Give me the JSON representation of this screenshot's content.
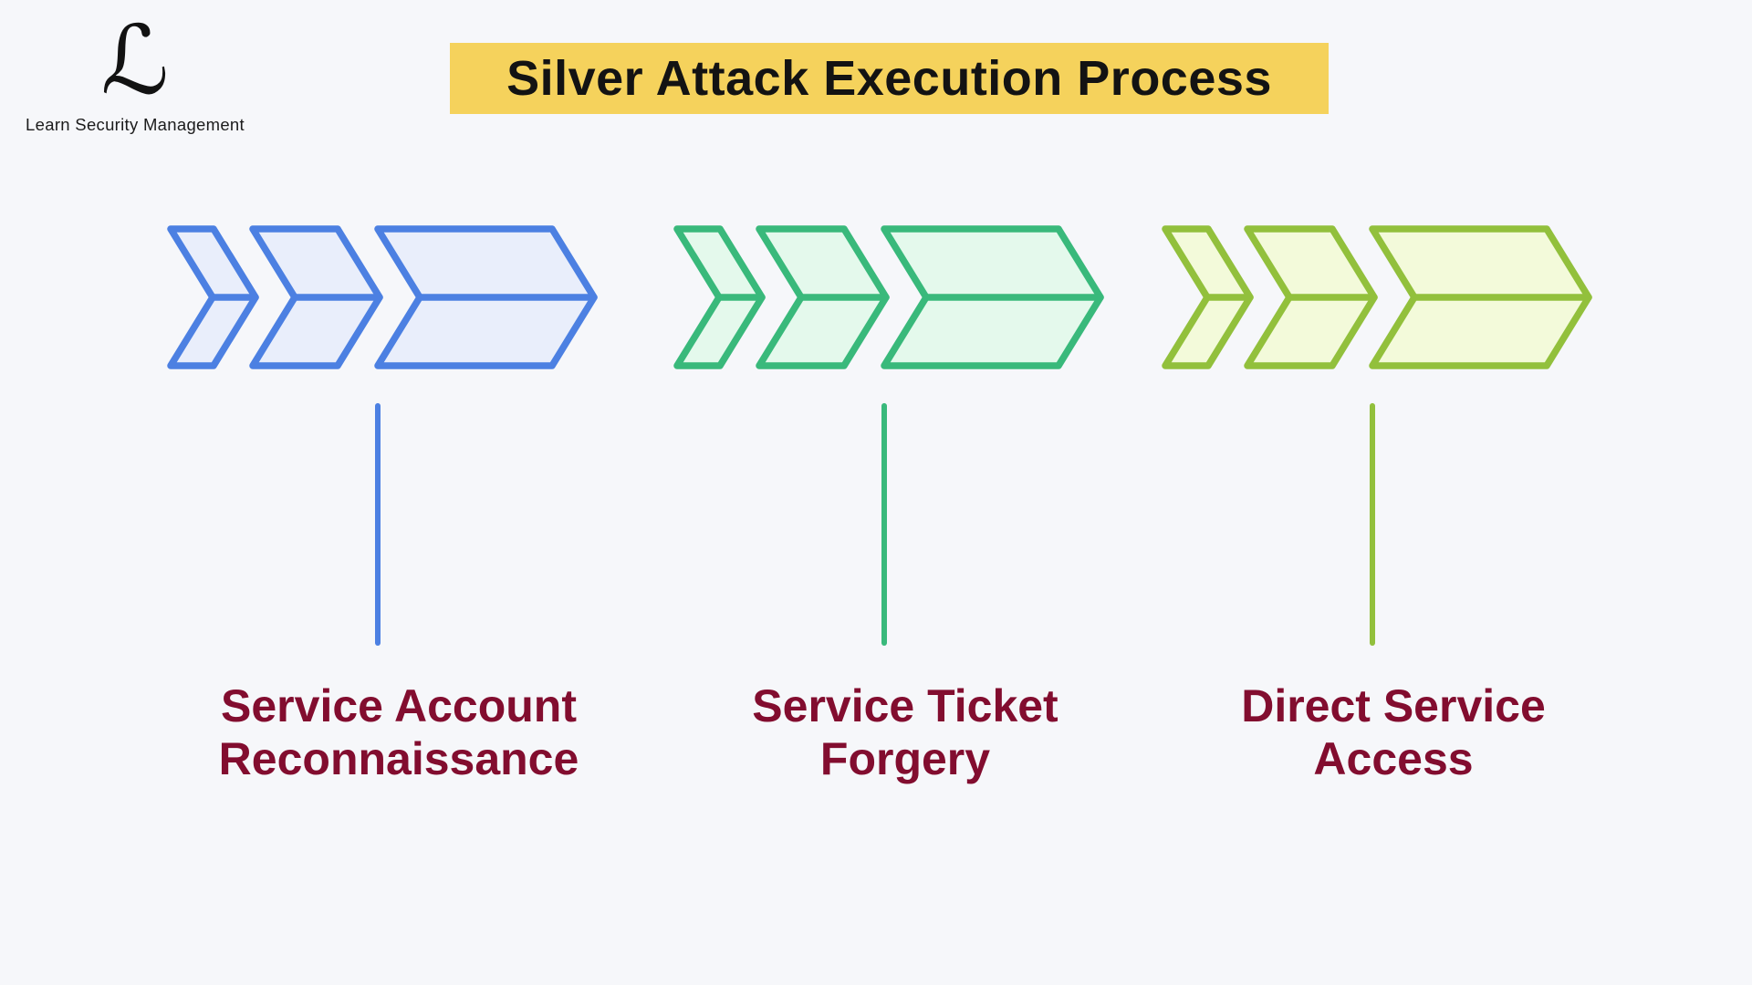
{
  "page": {
    "background": "#f6f7fa"
  },
  "logo": {
    "glyph": "ℒ",
    "text": "Learn Security Management"
  },
  "header": {
    "title": "Silver Attack Execution Process",
    "background": "#f5d25c",
    "text_color": "#131313"
  },
  "label_color": "#820d2f",
  "steps": [
    {
      "label": "Service Account\nReconnaissance",
      "stroke": "#4c80e2",
      "fill": "#e9eefb"
    },
    {
      "label": "Service Ticket\nForgery",
      "stroke": "#39b97b",
      "fill": "#e4f9ec"
    },
    {
      "label": "Direct Service\nAccess",
      "stroke": "#92c03c",
      "fill": "#f3fada"
    }
  ]
}
